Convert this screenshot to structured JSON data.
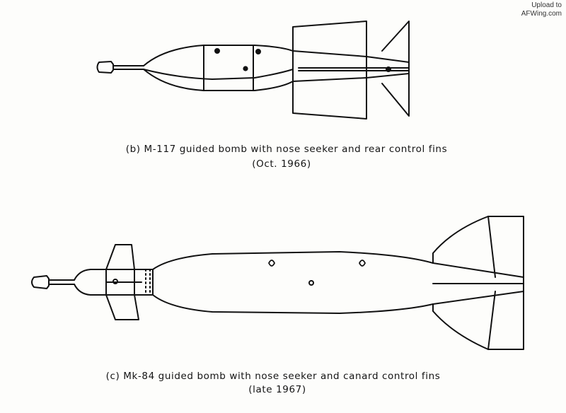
{
  "watermark": {
    "line1": "Upload to",
    "line2": "AFWing.com"
  },
  "figure_b": {
    "caption": "(b) M-117 guided bomb with nose seeker and rear control fins",
    "date": "(Oct. 1966)"
  },
  "figure_c": {
    "caption": "(c) Mk-84 guided bomb with nose seeker and canard control fins",
    "date": "(late 1967)"
  },
  "colors": {
    "ink": "#111111",
    "paper": "#fdfdfb"
  }
}
